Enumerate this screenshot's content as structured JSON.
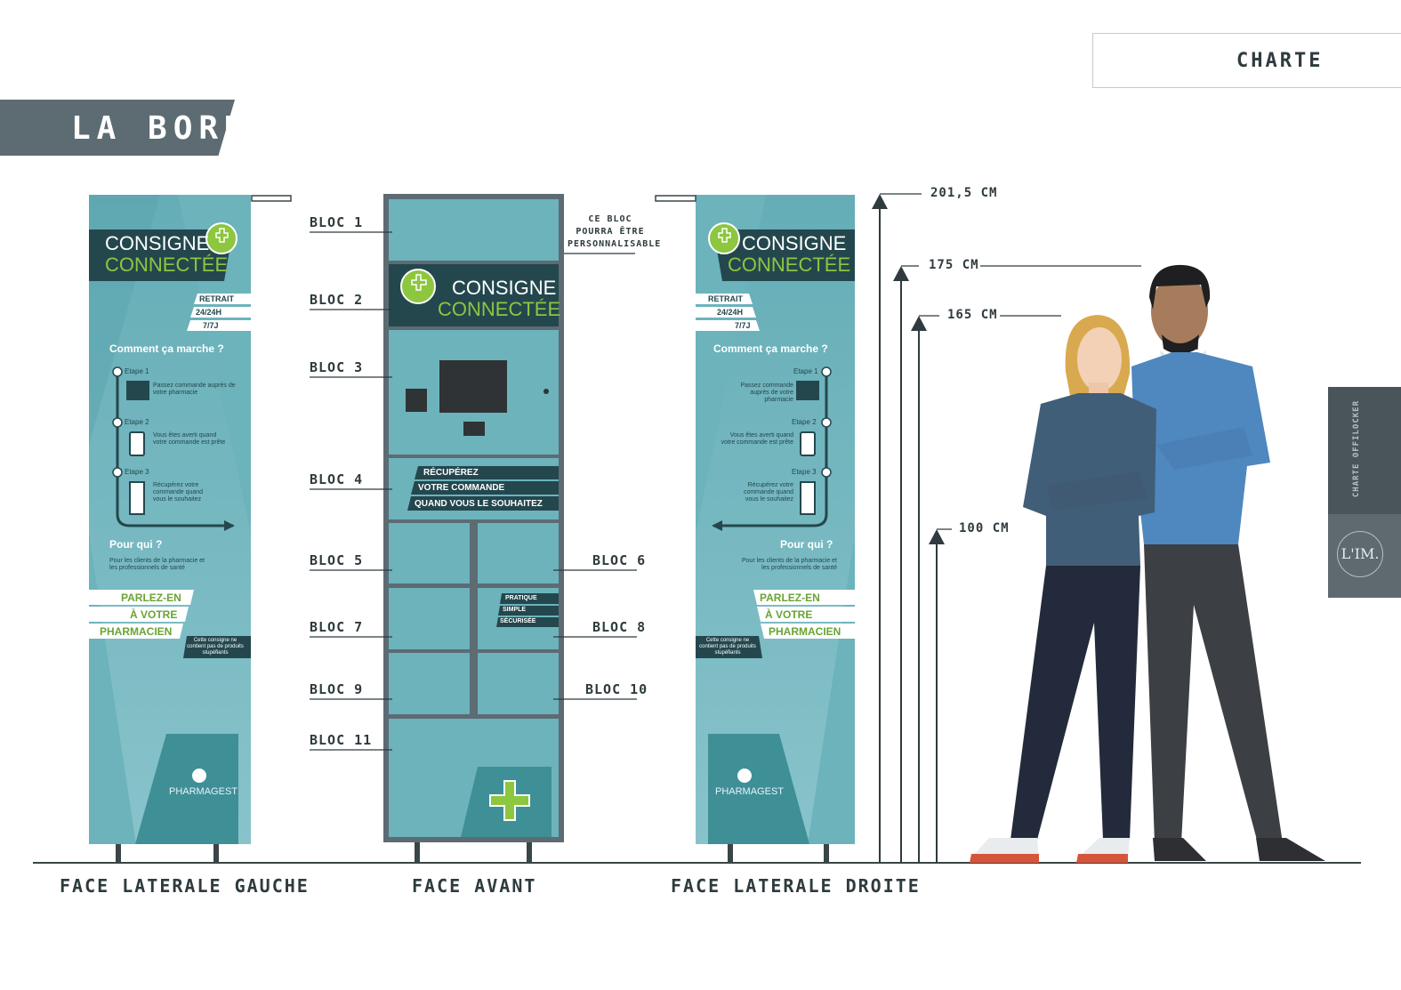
{
  "header": {
    "charte_label": "CHARTE",
    "section_title": "LA BORNE"
  },
  "side_tab": {
    "vertical_label": "CHARTE OFFILOCKER",
    "logo_text": "L'IM."
  },
  "panel": {
    "brand_line1": "CONSIGNE",
    "brand_line2": "CONNECTÉE",
    "badges": [
      "RETRAIT",
      "24/24H",
      "7/7J"
    ],
    "how_title": "Comment ça marche ?",
    "steps": [
      {
        "label": "Etape 1",
        "text": "Passez commande auprès de votre pharmacie"
      },
      {
        "label": "Etape 2",
        "text": "Vous êtes averti quand votre commande est prête"
      },
      {
        "label": "Etape 3",
        "text": "Récupérez votre commande quand vous le souhaitez"
      }
    ],
    "who_title": "Pour qui ?",
    "who_text": "Pour les clients de la pharmacie et les professionnels de santé",
    "cta": [
      "PARLEZ-EN",
      "À VOTRE",
      "PHARMACIEN"
    ],
    "disclaimer": "Cette consigne ne contient pas de produits stupéfiants",
    "pharmagest": "PHARMAGEST"
  },
  "front": {
    "brand_line1": "CONSIGNE",
    "brand_line2": "CONNECTÉE",
    "bloc4_lines": [
      "RÉCUPÉREZ",
      "VOTRE COMMANDE",
      "QUAND VOUS LE SOUHAITEZ"
    ],
    "bloc8_lines": [
      "PRATIQUE",
      "SIMPLE",
      "SÉCURISÉE"
    ],
    "custom_note": [
      "CE BLOC",
      "POURRA ÊTRE",
      "PERSONNALISABLE"
    ]
  },
  "blocs_left": [
    "BLOC 1",
    "BLOC 2",
    "BLOC 3",
    "BLOC 4",
    "BLOC 5",
    "BLOC 7",
    "BLOC 9",
    "BLOC 11"
  ],
  "blocs_right": [
    "BLOC 6",
    "BLOC 8",
    "BLOC 10"
  ],
  "faces": {
    "left": "FACE LATERALE GAUCHE",
    "front": "FACE AVANT",
    "right": "FACE LATERALE DROITE"
  },
  "heights": [
    "201,5 CM",
    "175 CM",
    "165 CM",
    "100 CM"
  ],
  "colors": {
    "teal": "#6cb3bc",
    "dark_teal": "#24474e",
    "green": "#8dc63f",
    "grey": "#5d6b73"
  }
}
